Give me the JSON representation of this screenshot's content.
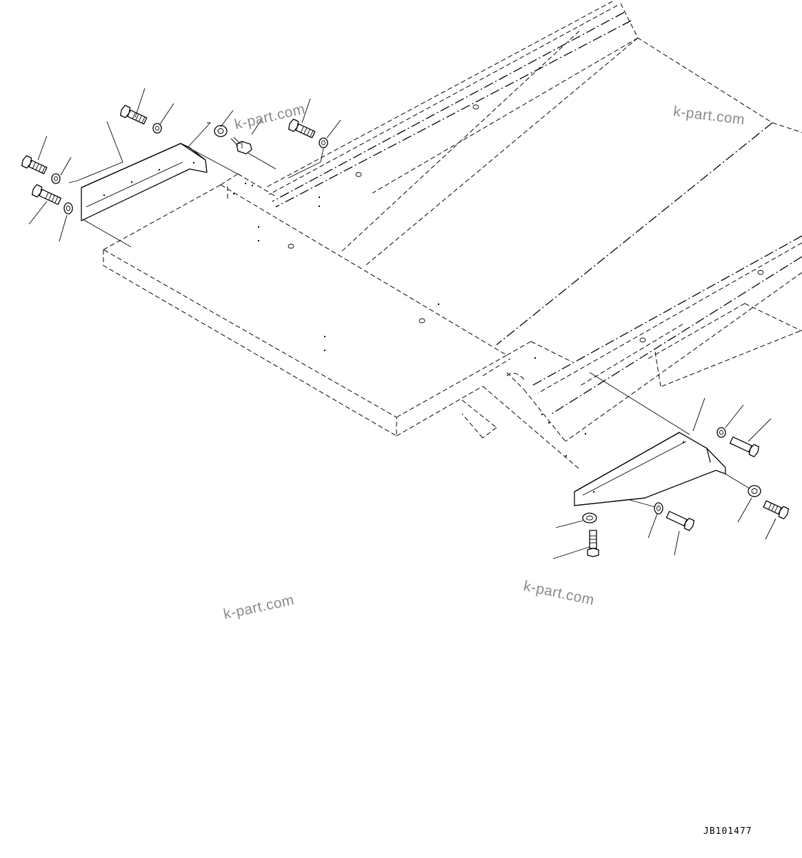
{
  "watermarks": [
    "k-part.com",
    "k-part.com",
    "k-part.com",
    "k-part.com"
  ],
  "drawing_id": "JB101477",
  "colors": {
    "line": "#000000",
    "watermark": "#8a8a8a",
    "background": "#ffffff"
  }
}
